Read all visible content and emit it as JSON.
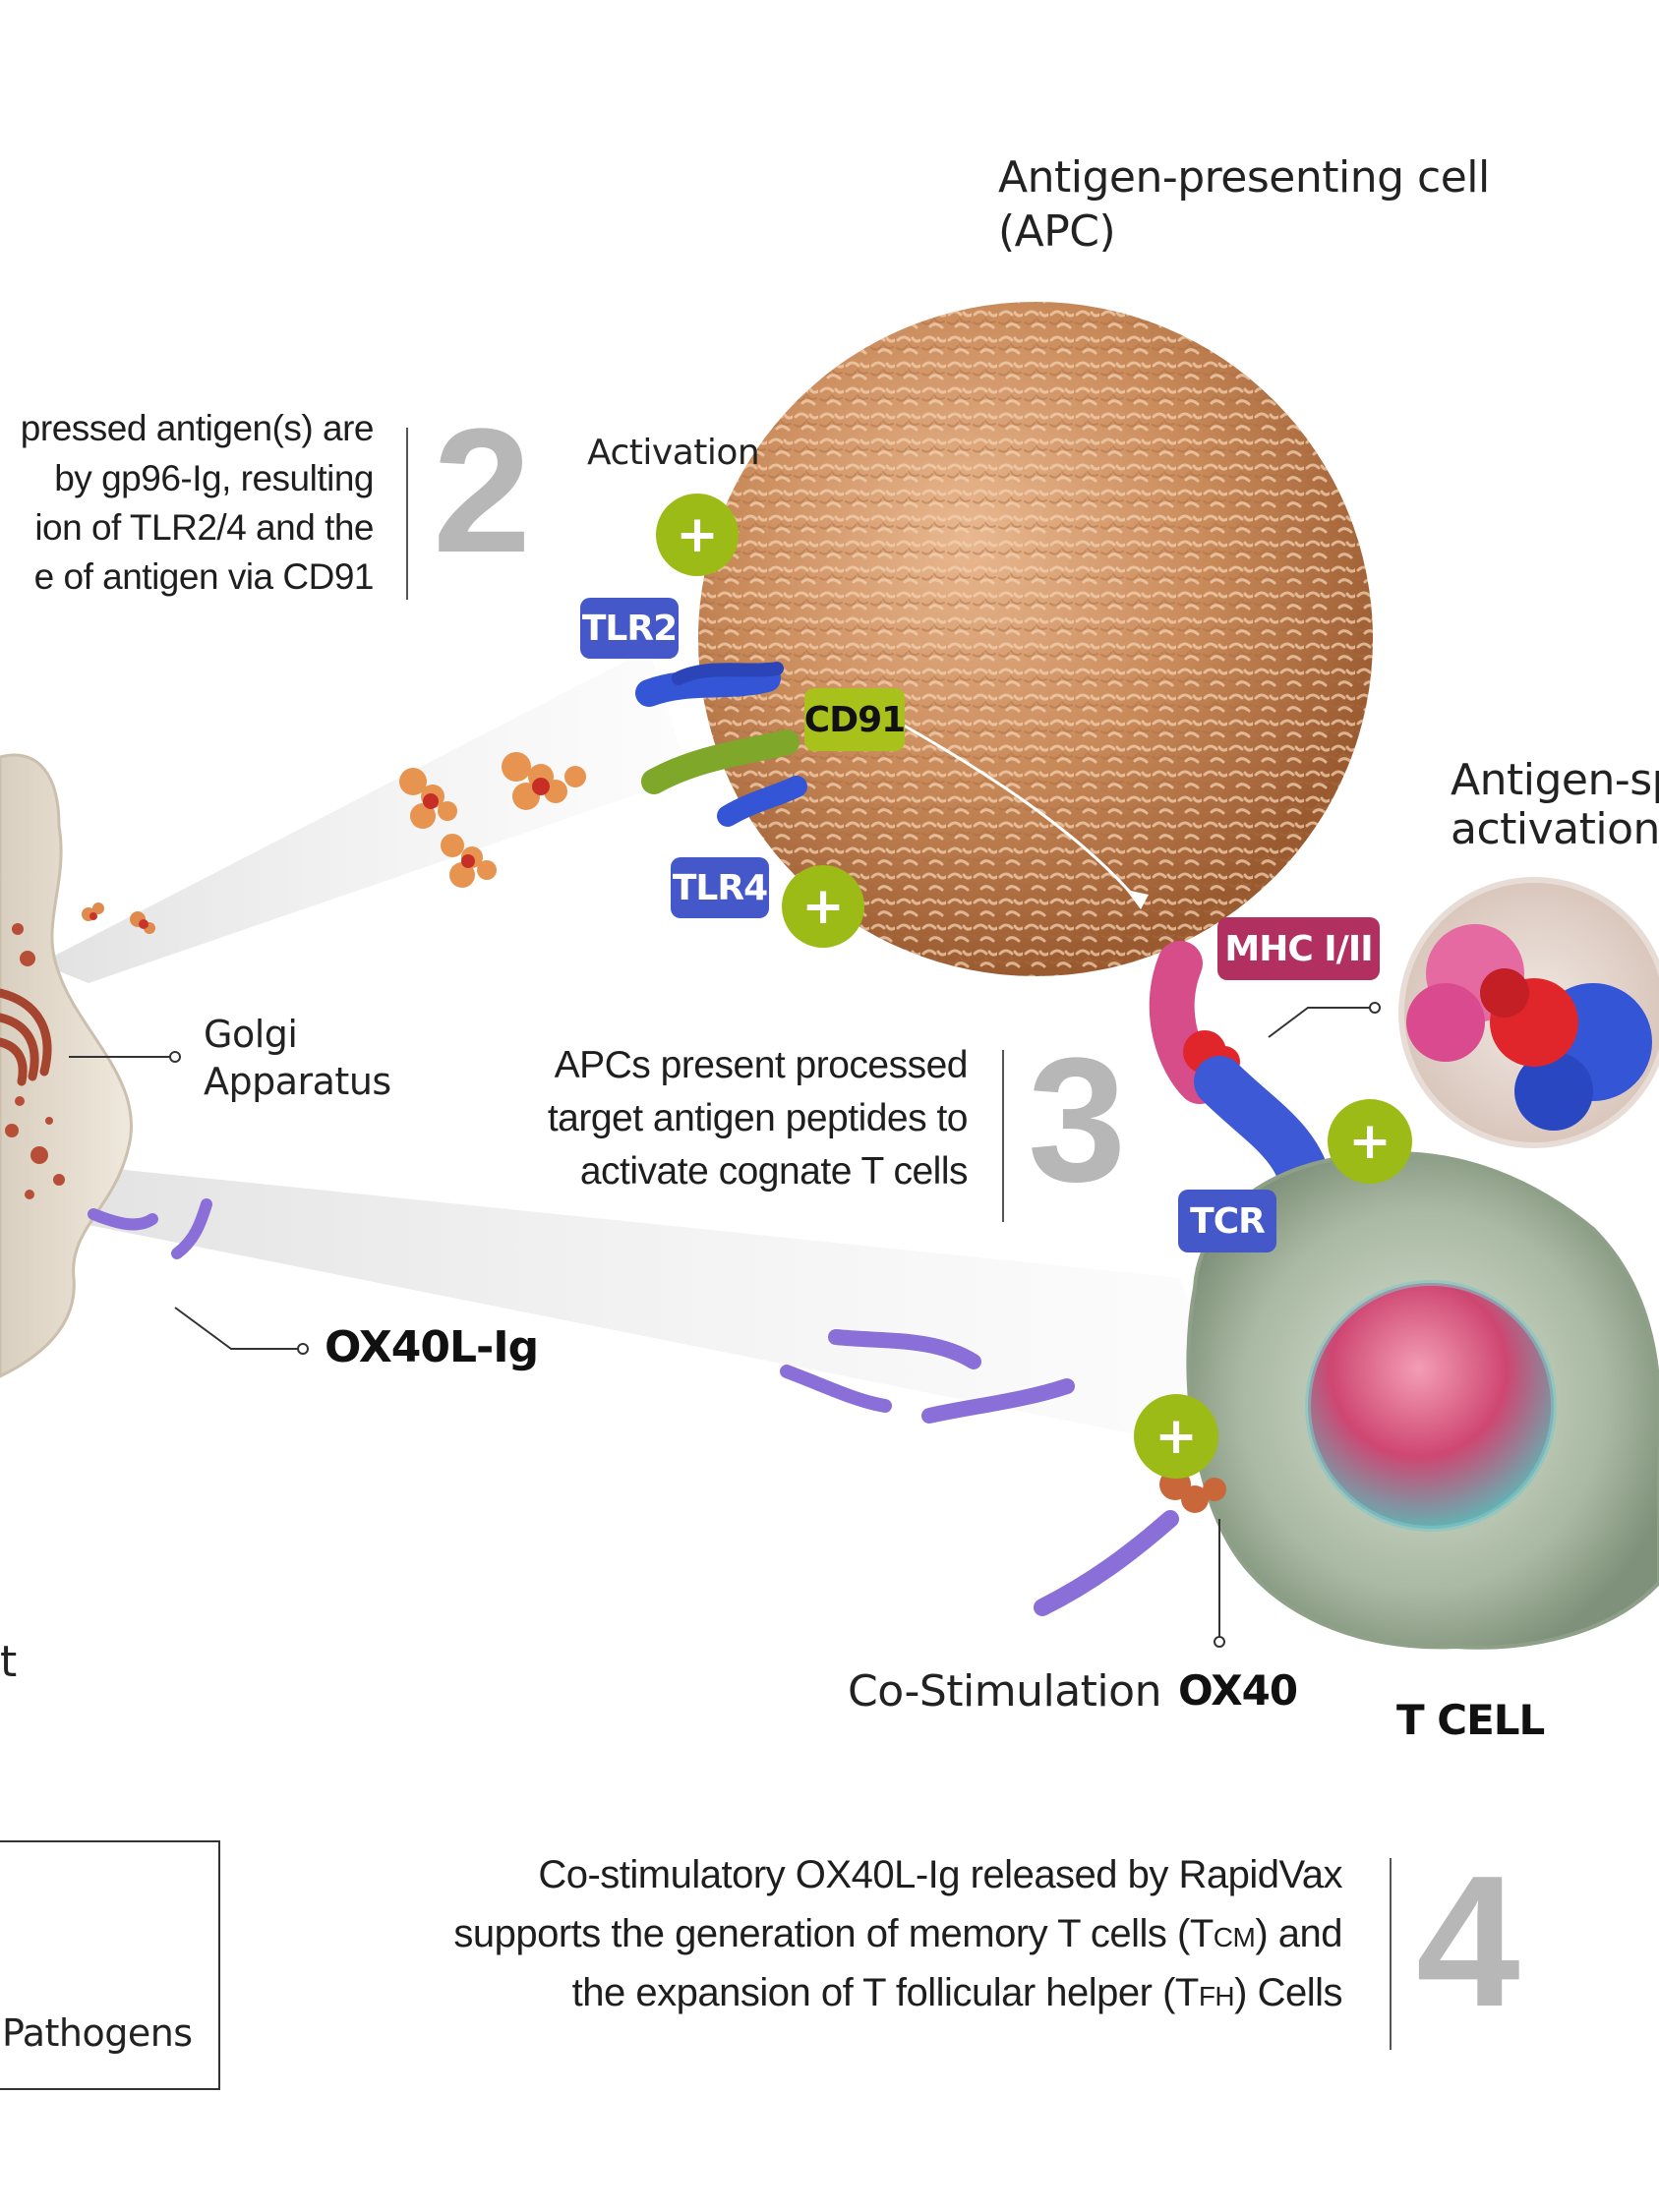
{
  "labels": {
    "apc_title_line1": "Antigen-presenting cell",
    "apc_title_line2": "(APC)",
    "activation": "Activation",
    "golgi_line1": "Golgi",
    "golgi_line2": "Apparatus",
    "ox40l_ig": "OX40L-Ig",
    "antigen_spec_line1": "Antigen-spe",
    "antigen_spec_line2": "activation",
    "co_stimulation": "Co-Stimulation",
    "ox40": "OX40",
    "t_cell": "T CELL",
    "partial_t": "t",
    "pathogens": "Pathogens"
  },
  "tags": {
    "tlr2": "TLR2",
    "tlr4": "TLR4",
    "cd91": "CD91",
    "mhc": "MHC I/II",
    "tcr": "TCR",
    "plus": "+"
  },
  "steps": {
    "step2": {
      "number": "2",
      "lines": [
        "pressed antigen(s) are",
        "by gp96-Ig, resulting",
        "ion of TLR2/4 and the",
        "e of antigen via CD91"
      ]
    },
    "step3": {
      "number": "3",
      "lines": [
        "APCs present processed",
        "target antigen peptides to",
        "activate cognate T cells"
      ]
    },
    "step4": {
      "number": "4",
      "line1": "Co-stimulatory OX40L-Ig released by RapidVax",
      "line2_a": "supports the generation of memory T cells (T",
      "line2_sub": "CM",
      "line2_b": ") and",
      "line3_a": "the expansion of T follicular helper  (T",
      "line3_sub": "FH",
      "line3_b": ") Cells"
    }
  },
  "colors": {
    "apc": "#c98a5a",
    "tag_blue": "#4458c9",
    "tag_green": "#a9c21b",
    "tag_pink": "#b2305f",
    "step_number": "#b7b7b7",
    "tcell": "#9fb09a",
    "nucleus": "#cf3f6e"
  }
}
